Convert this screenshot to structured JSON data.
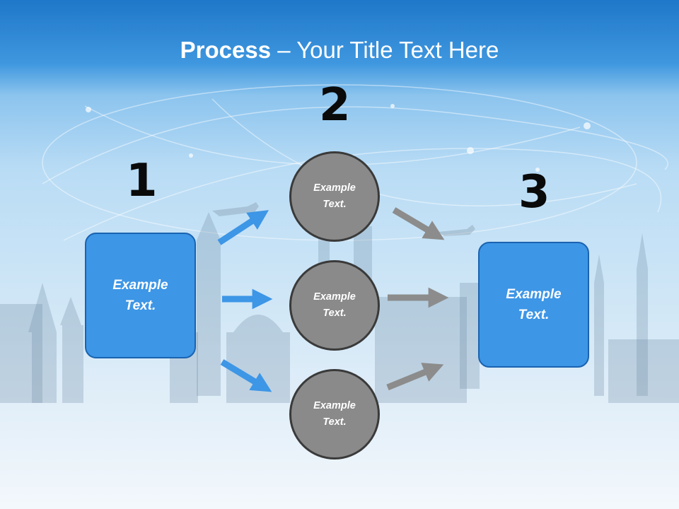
{
  "title": {
    "bold": "Process",
    "rest": " – Your Title Text Here"
  },
  "steps": [
    {
      "number": "1",
      "text": "Example Text."
    },
    {
      "number": "2",
      "text": "Example Text."
    },
    {
      "number": "3",
      "text": "Example Text."
    }
  ],
  "circles": [
    {
      "text": "Example Text."
    },
    {
      "text": "Example Text."
    },
    {
      "text": "Example Text."
    }
  ],
  "colors": {
    "header": "#1f78c9",
    "box_fill": "#3d96e6",
    "circle_fill": "#8a8a8a",
    "arrow_blue": "#3d96e6",
    "arrow_gray": "#8c8c8c"
  }
}
